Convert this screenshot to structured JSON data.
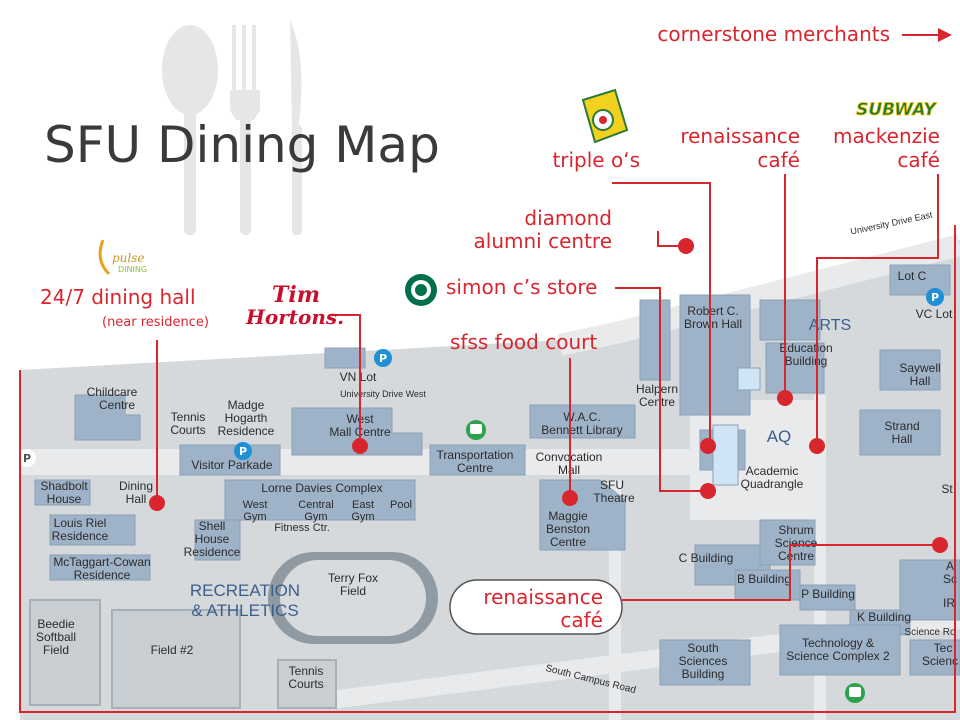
{
  "title": "SFU Dining Map",
  "header_link": "cornerstone merchants",
  "brands": {
    "pulse": "pulse DINING",
    "tim_line1": "Tim",
    "tim_line2": "Hortons.",
    "subway": "SUBWAY",
    "triple_o_logo": "Triple O"
  },
  "callouts": {
    "dining_hall": "24/7 dining hall",
    "near_residence": "(near residence)",
    "diamond_1": "diamond",
    "diamond_2": "alumni centre",
    "simon_c": "simon c’s store",
    "sfss": "sfss food court",
    "triple_o": "triple o‘s",
    "renaissance_top_1": "renaissance",
    "renaissance_top_2": "café",
    "mackenzie_1": "mackenzie",
    "mackenzie_2": "café",
    "renaissance_bottom_1": "renaissance",
    "renaissance_bottom_2": "café"
  },
  "buildings": {
    "childcare": [
      "Childcare",
      "Centre"
    ],
    "tennis": [
      "Tennis",
      "Courts"
    ],
    "madge": [
      "Madge",
      "Hogarth",
      "Residence"
    ],
    "vn_lot": "VN Lot",
    "univ_west": "University Drive West",
    "west_mall": [
      "West",
      "Mall Centre"
    ],
    "visitor": "Visitor Parkade",
    "transport": [
      "Transportation",
      "Centre"
    ],
    "wac": [
      "W.A.C.",
      "Bennett Library"
    ],
    "convocation": [
      "Convocation",
      "Mall"
    ],
    "sfu_theatre": [
      "SFU",
      "Theatre"
    ],
    "halpern": [
      "Halpern",
      "Centre"
    ],
    "robert": [
      "Robert C.",
      "Brown Hall"
    ],
    "arts": "ARTS",
    "education": [
      "Education",
      "Building"
    ],
    "saywell": [
      "Saywell",
      "Hall"
    ],
    "lot_c": "Lot C",
    "vc_lot": "VC Lot",
    "aq": "AQ",
    "academic": [
      "Academic",
      "Quadrangle"
    ],
    "strand": [
      "Strand",
      "Hall"
    ],
    "shadbolt": [
      "Shadbolt",
      "House"
    ],
    "dining": [
      "Dining",
      "Hall"
    ],
    "lorne": "Lorne Davies Complex",
    "west_gym": [
      "West",
      "Gym"
    ],
    "central_gym": [
      "Central",
      "Gym"
    ],
    "east_gym": [
      "East",
      "Gym"
    ],
    "pool": "Pool",
    "fitness": "Fitness Ctr.",
    "louis": [
      "Louis Riel",
      "Residence"
    ],
    "shell": [
      "Shell",
      "House",
      "Residence"
    ],
    "mctaggart": [
      "McTaggart-Cowan",
      "Residence"
    ],
    "maggie": [
      "Maggie",
      "Benston",
      "Centre"
    ],
    "terry": [
      "Terry Fox",
      "Field"
    ],
    "recreation": [
      "RECREATION",
      "& ATHLETICS"
    ],
    "beedie": [
      "Beedie",
      "Softball",
      "Field"
    ],
    "field2": "Field #2",
    "tennis2": [
      "Tennis",
      "Courts"
    ],
    "shrum": [
      "Shrum",
      "Science",
      "Centre"
    ],
    "c_building": "C Building",
    "b_building": "B Building",
    "p_building": "P Building",
    "k_building": "K Building",
    "science_ro": "Science Ro",
    "south_sci": [
      "South",
      "Sciences",
      "Building"
    ],
    "tech": [
      "Technology &",
      "Science Complex 2"
    ],
    "south_campus": "South Campus Road",
    "univ_east": "University Drive East",
    "edge_st": "St",
    "edge_a": [
      "A",
      "Sc"
    ],
    "edge_ir": "IR",
    "edge_tech": [
      "Tec",
      "Scienc"
    ]
  },
  "marks": {
    "parking": "P",
    "parking_left": "P"
  },
  "colors": {
    "accent_red": "#d8262e",
    "building_blue": "#9fb3c8",
    "roads": "#c8ccd0",
    "ground": "#d5d9dc"
  }
}
